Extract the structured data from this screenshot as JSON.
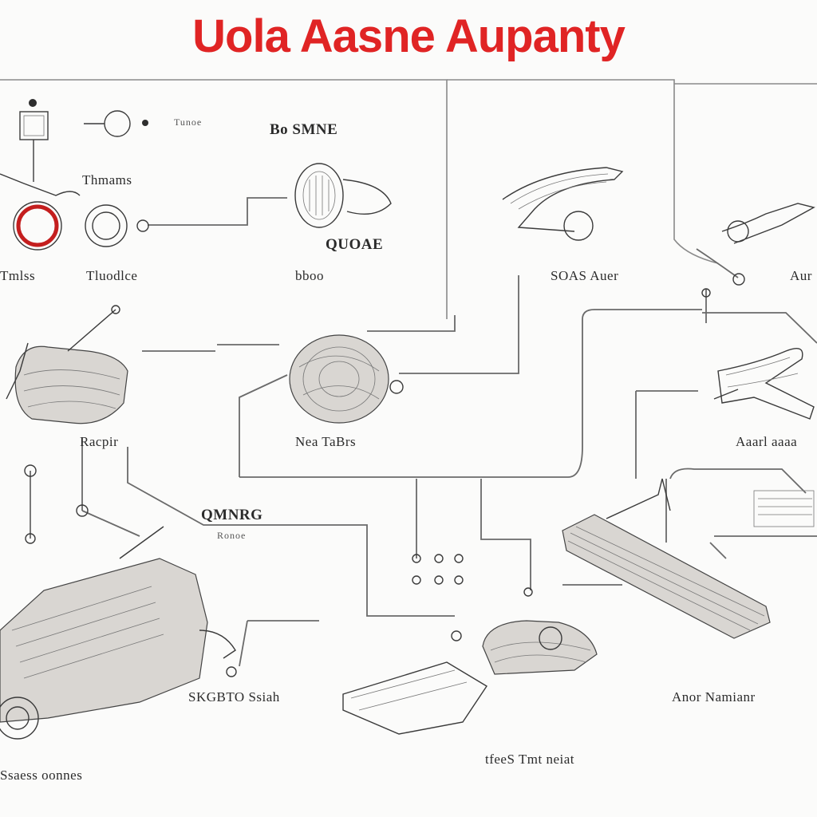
{
  "title": "Uola Aasne Aupanty",
  "accent_color": "#e02424",
  "labels": {
    "l1": "Tunoe",
    "l2": "Bo SMNE",
    "l3": "Thmams",
    "l4": "QUOAE",
    "l5": "Tmlss",
    "l6": "Tluodlce",
    "l7": "bboo",
    "l8": "SOAS Auer",
    "l9": "Aur",
    "l10": "Racpir",
    "l11": "Nea TaBrs",
    "l12": "Aaarl aaaa",
    "l13": "QMNRG",
    "l14": "Ronoe",
    "l15": "SKGBTO Ssiah",
    "l16": "Anor Namianr",
    "l17": "tfeeS Tmt neiat",
    "l18": "Ssaess oonnes"
  }
}
